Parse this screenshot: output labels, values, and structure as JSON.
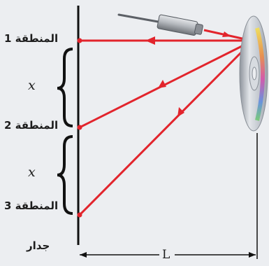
{
  "labels": {
    "region1": "المنطقة 1",
    "region2": "المنطقة 2",
    "region3": "المنطقة 3",
    "spacing1": "x",
    "spacing2": "x",
    "wall": "جدار",
    "distance": "L"
  },
  "colors": {
    "background": "#ECEEF1",
    "beam": "#E2242C",
    "wall": "#111111",
    "disc": "#C9CED6",
    "laser_body": "#A9ADB3"
  },
  "icons": {
    "source": "laser-pointer-icon",
    "reflector": "cd-disc-icon"
  }
}
